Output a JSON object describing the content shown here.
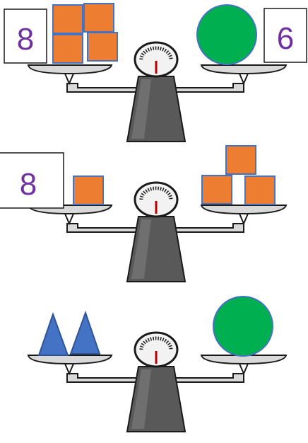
{
  "colors": {
    "square_fill": "#ED7D31",
    "square_stroke": "#4472C4",
    "circle_fill": "#00B050",
    "triangle_fill": "#4472C4",
    "number_text": "#7030A0",
    "scale_body": "#595959",
    "scale_outline": "#1a1a1a",
    "needle": "#C00000"
  },
  "scales": [
    {
      "left_label": "8",
      "left_items": [
        "square",
        "square",
        "square",
        "square"
      ],
      "right_items": [
        "circle"
      ],
      "right_label": "6"
    },
    {
      "left_label": "8",
      "left_items": [
        "square"
      ],
      "right_items": [
        "square",
        "square",
        "square"
      ]
    },
    {
      "left_items": [
        "triangle",
        "triangle"
      ],
      "right_items": [
        "circle"
      ]
    }
  ]
}
